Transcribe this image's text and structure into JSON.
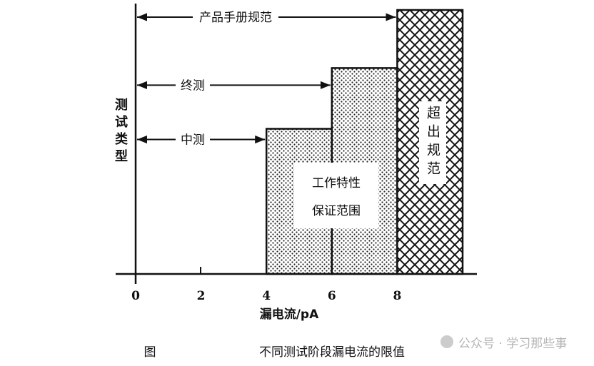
{
  "chart_data": {
    "type": "bar",
    "title": "不同测试阶段漏电流的限值",
    "figure_label": "图",
    "xlabel": "漏电流/pA",
    "ylabel": "测试类型",
    "xlim": [
      0,
      10
    ],
    "x_ticks": [
      "0",
      "2",
      "4",
      "6",
      "8"
    ],
    "bars": [
      {
        "name": "中测",
        "x_start": 4,
        "x_end": 6,
        "relative_height": 0.55,
        "fill": "dots"
      },
      {
        "name": "终测",
        "x_start": 6,
        "x_end": 8,
        "relative_height": 0.78,
        "fill": "dots"
      },
      {
        "name": "产品手册规范",
        "x_start": 8,
        "x_end": 10,
        "relative_height": 1.0,
        "fill": "crosshatch"
      }
    ],
    "arrows": [
      {
        "label": "产品手册规范",
        "to_x": 8
      },
      {
        "label": "终测",
        "to_x": 6
      },
      {
        "label": "中测",
        "to_x": 4
      }
    ],
    "annotations": {
      "working_range_line1": "工作特性",
      "working_range_line2": "保证范围",
      "out_of_spec": "超出规范"
    }
  },
  "watermark": "公众号 · 学习那些事"
}
